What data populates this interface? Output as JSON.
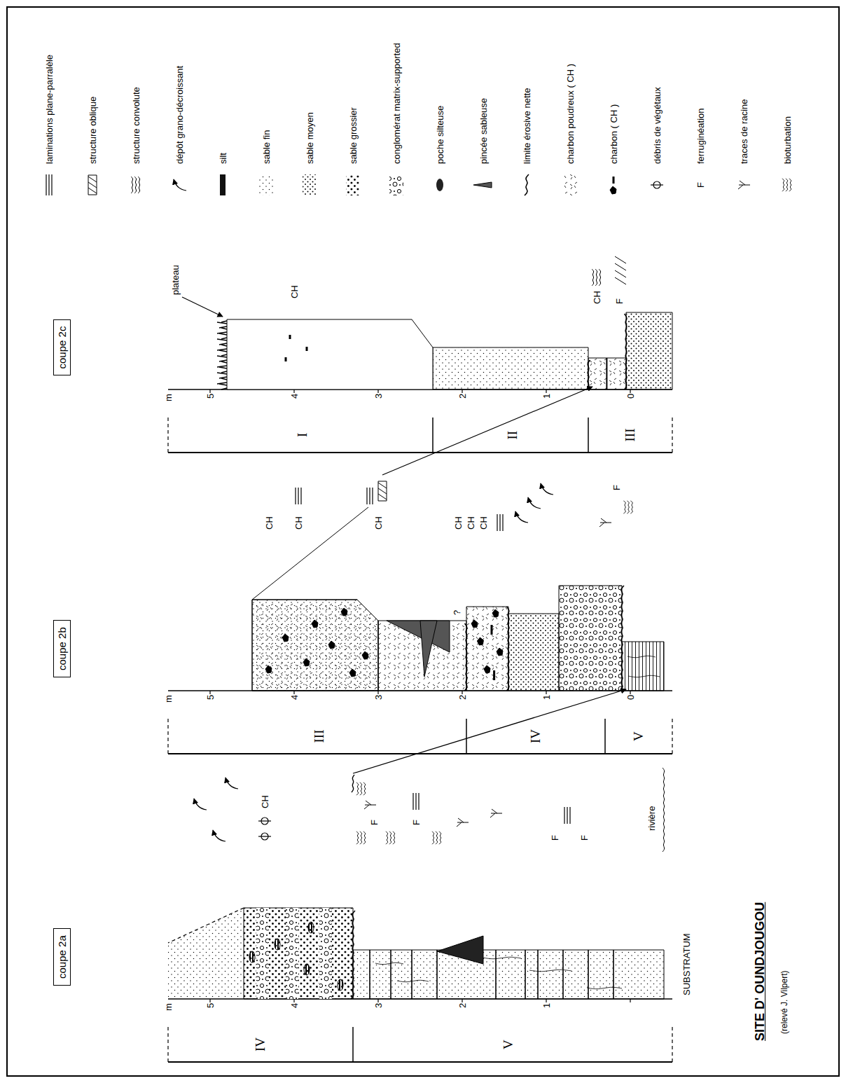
{
  "diagram": {
    "title": "SITE D' OUNDJOUGOU",
    "caption": "(relevé J. Vilpert)",
    "nodes": [
      {
        "text": [
          "coupe 2a"
        ]
      },
      {
        "text": [
          "coupe 2b"
        ]
      },
      {
        "text": [
          "coupe 2c"
        ]
      }
    ],
    "labels": [
      "m",
      "5",
      "4",
      "3",
      "2",
      "1",
      "IV",
      "V",
      "SUBSTRATUM",
      "rivière",
      "CH",
      "F",
      "F",
      "F",
      "F",
      "m",
      "5",
      "4",
      "3",
      "2",
      "1",
      "0",
      "III",
      "IV",
      "V",
      "CH",
      "CH",
      "CH",
      "CH",
      "CH",
      "CH",
      "?",
      "F",
      "m",
      "5",
      "4",
      "3",
      "2",
      "1",
      "0",
      "I",
      "II",
      "III",
      "plateau",
      "CH",
      "CH",
      "F",
      "F"
    ],
    "legend": [
      {
        "text": "laminations plane-parralèle"
      },
      {
        "text": "structure oblique"
      },
      {
        "text": "structure convolute"
      },
      {
        "text": "dépôt grano-décroissant"
      },
      {
        "text": "silt"
      },
      {
        "text": "sable fin"
      },
      {
        "text": "sable moyen"
      },
      {
        "text": "sable grossier"
      },
      {
        "text": "conglomérat matrix-supported"
      },
      {
        "text": "poche silteuse"
      },
      {
        "text": "pincée sableuse"
      },
      {
        "text": "limite érosive nette"
      },
      {
        "text": "charbon poudreux ( CH )"
      },
      {
        "text": "charbon ( CH )"
      },
      {
        "text": "débris de végétaux"
      },
      {
        "text": "ferruginéation"
      },
      {
        "text": "traces de racine"
      },
      {
        "text": "bioturbation"
      }
    ]
  }
}
